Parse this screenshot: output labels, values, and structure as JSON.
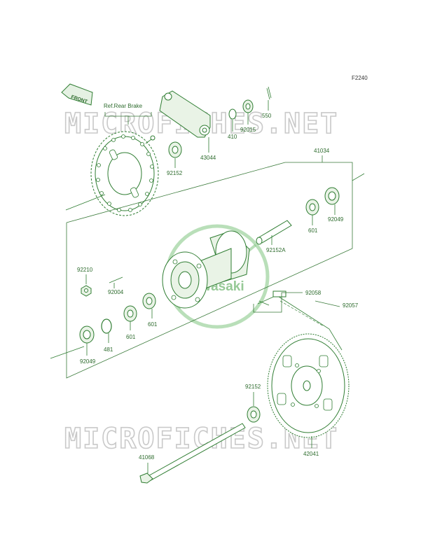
{
  "diagram": {
    "code": "F2240",
    "front_label": "FRONT",
    "ref_label": "Ref.Rear Brake",
    "watermark": "MICROFICHES.NET",
    "logo_text": "Kawasaki",
    "parts": {
      "p550": "550",
      "p92015": "92015",
      "p410": "410",
      "p43044": "43044",
      "p92152_top": "92152",
      "p41034": "41034",
      "p92049_right": "92049",
      "p601_right": "601",
      "p92152A": "92152A",
      "p92210": "92210",
      "p92004": "92004",
      "p601_mid": "601",
      "p601_left": "601",
      "p481": "481",
      "p92049_left": "92049",
      "p92058": "92058",
      "p92057": "92057",
      "p92152_bottom": "92152",
      "p42041": "42041",
      "p41068": "41068"
    }
  },
  "colors": {
    "line": "#2f7d32",
    "text": "#2d6b2d",
    "watermark": "#c9c9c9"
  }
}
